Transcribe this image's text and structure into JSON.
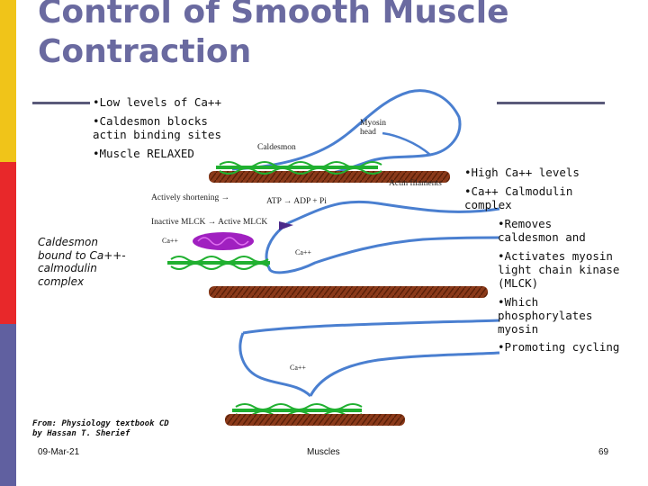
{
  "slide": {
    "title": "Control of Smooth Muscle Contraction",
    "bullets_left": [
      "•Low levels of Ca++",
      "•Caldesmon blocks\nactin binding sites",
      "•Muscle RELAXED"
    ],
    "bullets_right": [
      "•High Ca++ levels",
      "•Ca++ Calmodulin\ncomplex"
    ],
    "bullets_right_sub": [
      "•Removes\ncaldesmon and",
      "•Activates myosin\nlight chain kinase\n(MLCK)",
      "•Which\nphosphorylates\nmyosin",
      "•Promoting  cycling"
    ],
    "caldesmon_label": "Caldesmon\nbound to Ca++-\ncalmodulin\ncomplex",
    "source": "From: Physiology textbook CD\nby Hassan T. Sherief"
  },
  "diagram": {
    "myosin_head": "Myosin\nhead",
    "caldesmon": "Caldesmon",
    "actin_filaments": "Actin filaments",
    "actively_shortening": "Actively shortening  →",
    "atp": "ATP → ADP + Pi",
    "mlck": "Inactive MLCK → Active MLCK",
    "ca1": "Ca++",
    "ca2": "Ca++",
    "ca3": "Ca++"
  },
  "footer": {
    "date": "09-Mar-21",
    "center": "Muscles",
    "page": "69"
  },
  "colors": {
    "title": "#6a6aa0",
    "bar_yellow": "#f0c419",
    "bar_red": "#e8282a",
    "bar_purple": "#6060a0",
    "myosin": "#4a7fd0",
    "actin": "#8b3a1a",
    "caldesmon": "#20b030",
    "calmodulin": "#a020c0"
  }
}
